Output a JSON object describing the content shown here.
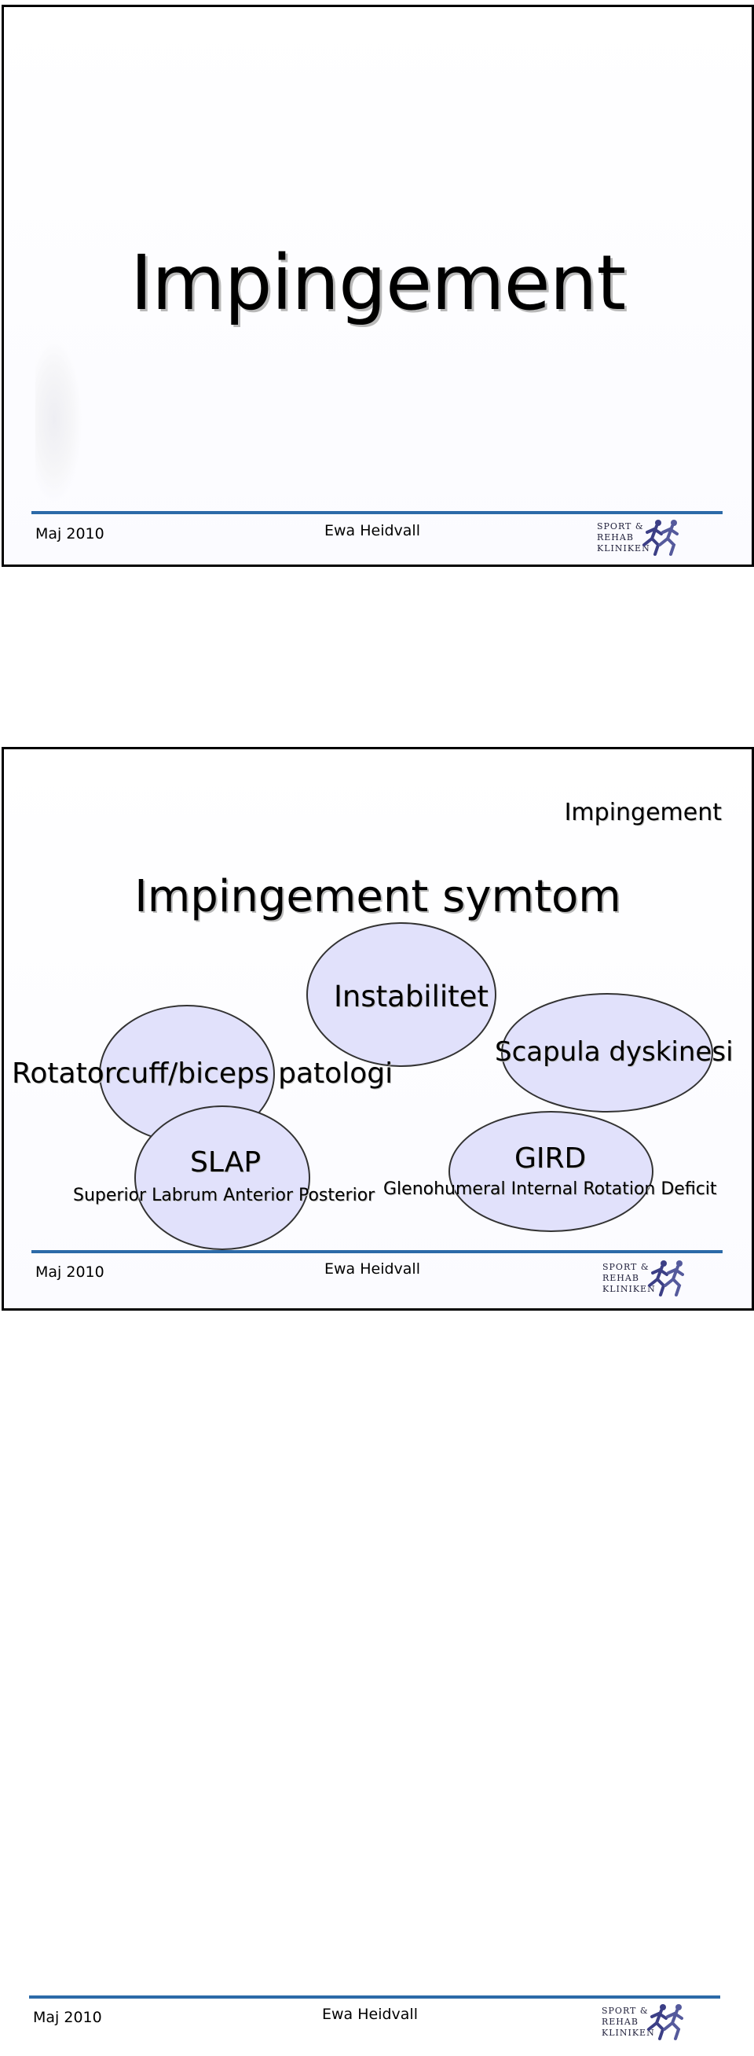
{
  "slides": [
    {
      "title": "Impingement",
      "footer": {
        "date": "Maj 2010",
        "author": "Ewa Heidvall"
      }
    },
    {
      "corner_title": "Impingement",
      "title": "Impingement symtom",
      "bubbles": {
        "instabilitet": "Instabilitet",
        "rotatorcuff": "Rotatorcuff/biceps patologi",
        "scapula": "Scapula dyskinesi",
        "slap": "SLAP",
        "slap_sub": "Superior Labrum Anterior Posterior",
        "gird": "GIRD",
        "gird_sub": "Glenohumeral Internal Rotation Deficit"
      },
      "footer": {
        "date": "Maj 2010",
        "author": "Ewa Heidvall"
      }
    },
    {
      "footer": {
        "date": "Maj 2010",
        "author": "Ewa Heidvall"
      }
    }
  ],
  "logo": {
    "line1": "SPORT &",
    "line2": "REHAB",
    "line3": "KLINIKEN"
  },
  "colors": {
    "footer_line": "#2c6aa8",
    "bubble_fill": "#e1e1fb",
    "border": "#000000"
  }
}
